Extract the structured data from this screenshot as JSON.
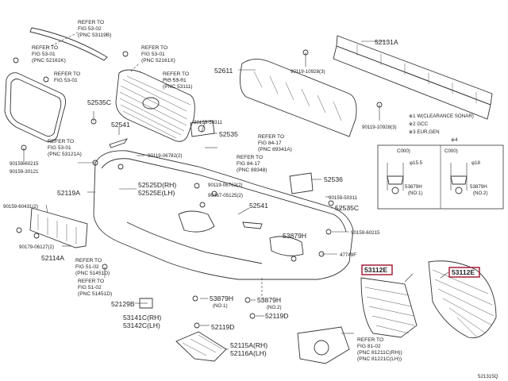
{
  "diagram_id": "521315Q",
  "part_numbers": {
    "p52131A": "52131A",
    "p52611": "52611",
    "p90119_10928_a": "90119-10928(3)",
    "p90119_10928_b": "90119-10928(3)",
    "p52535C_top": "52535C",
    "p52541": "52541",
    "p90159_50311_a": "90159-50311",
    "p52535": "52535",
    "p90119_06782": "90119-06782(2)",
    "p52525D": "52525D(RH)",
    "p52525E": "52525E(LH)",
    "p52119A": "52119A",
    "p90119_06762": "90119-06762(2)",
    "p90467_05125": "90467-05125(2)",
    "p52536": "52536",
    "p90159_50311_b": "90159-50311",
    "p52535C_mid": "52535C",
    "p90159_60431": "90159-60431(2)",
    "p90179_06127": "90179-06127(2)",
    "p52114A": "52114A",
    "p52541_mid": "52541",
    "p53879H_a": "53879H",
    "p90159_60215_a": "90159-60215",
    "p90159_60215_b": "90159-60215",
    "p90159_30121": "90159-30121",
    "p47749F": "47749F",
    "p53112E_left": "53112E",
    "p53112E_right": "53112E",
    "p52129B": "52129B",
    "p53879H_b": "53879H",
    "p53879H_b_note": "(NO.1)",
    "p53879H_c": "53879H",
    "p53879H_c_note": "(NO.2)",
    "p53141C": "53141C(RH)",
    "p53142C": "53142C(LH)",
    "p52119D": "52119D",
    "p52119D_b": "52119D",
    "p52115A": "52115A(RH)",
    "p52116A": "52116A(LH)"
  },
  "refs": {
    "r1": [
      "REFER TO",
      "FIG 53-02",
      "(PNC 53119B)"
    ],
    "r2": [
      "REFER TO",
      "FIG 53-01",
      "(PNC 52161K)"
    ],
    "r3": [
      "REFER TO",
      "FIG 53-01",
      "(PNC 52161X)"
    ],
    "r4": [
      "REFER TO",
      "FIG 53-01"
    ],
    "r5": [
      "REFER TO",
      "FIG 53-01",
      "(PNC 53111)"
    ],
    "r6": [
      "REFER TO",
      "FIG 53-01",
      "(PNC 53121A)"
    ],
    "r7": [
      "REFER TO",
      "FIG 84-17",
      "(PNC 89341A)"
    ],
    "r8": [
      "REFER TO",
      "FIG 84-17",
      "(PNC 89348)"
    ],
    "r9": [
      "REFER TO",
      "FIG 51-02",
      "(PNC 51451D)"
    ],
    "r10": [
      "REFER TO",
      "FIG 51-02",
      "(PNC 51451D)"
    ],
    "r11": [
      "REFER TO",
      "FIG 81-02",
      "(PNC 81211C(RH))",
      "(PNC 81221C(LH))"
    ]
  },
  "legend": {
    "line1": "※1 W(CLEARANCE SONAR)",
    "line2": "※2 GCC",
    "line3": "※3 EUR,GEN",
    "star": "※4"
  },
  "inset": {
    "left_title": "C000)",
    "left_dim": "φ15.5",
    "left_part": "53879H",
    "left_note": "(NO.1)",
    "right_title": "C000)",
    "right_dim": "φ18",
    "right_part": "53879H",
    "right_note": "(NO.2)"
  },
  "colors": {
    "highlight": "#a0102a",
    "line": "#333333"
  }
}
